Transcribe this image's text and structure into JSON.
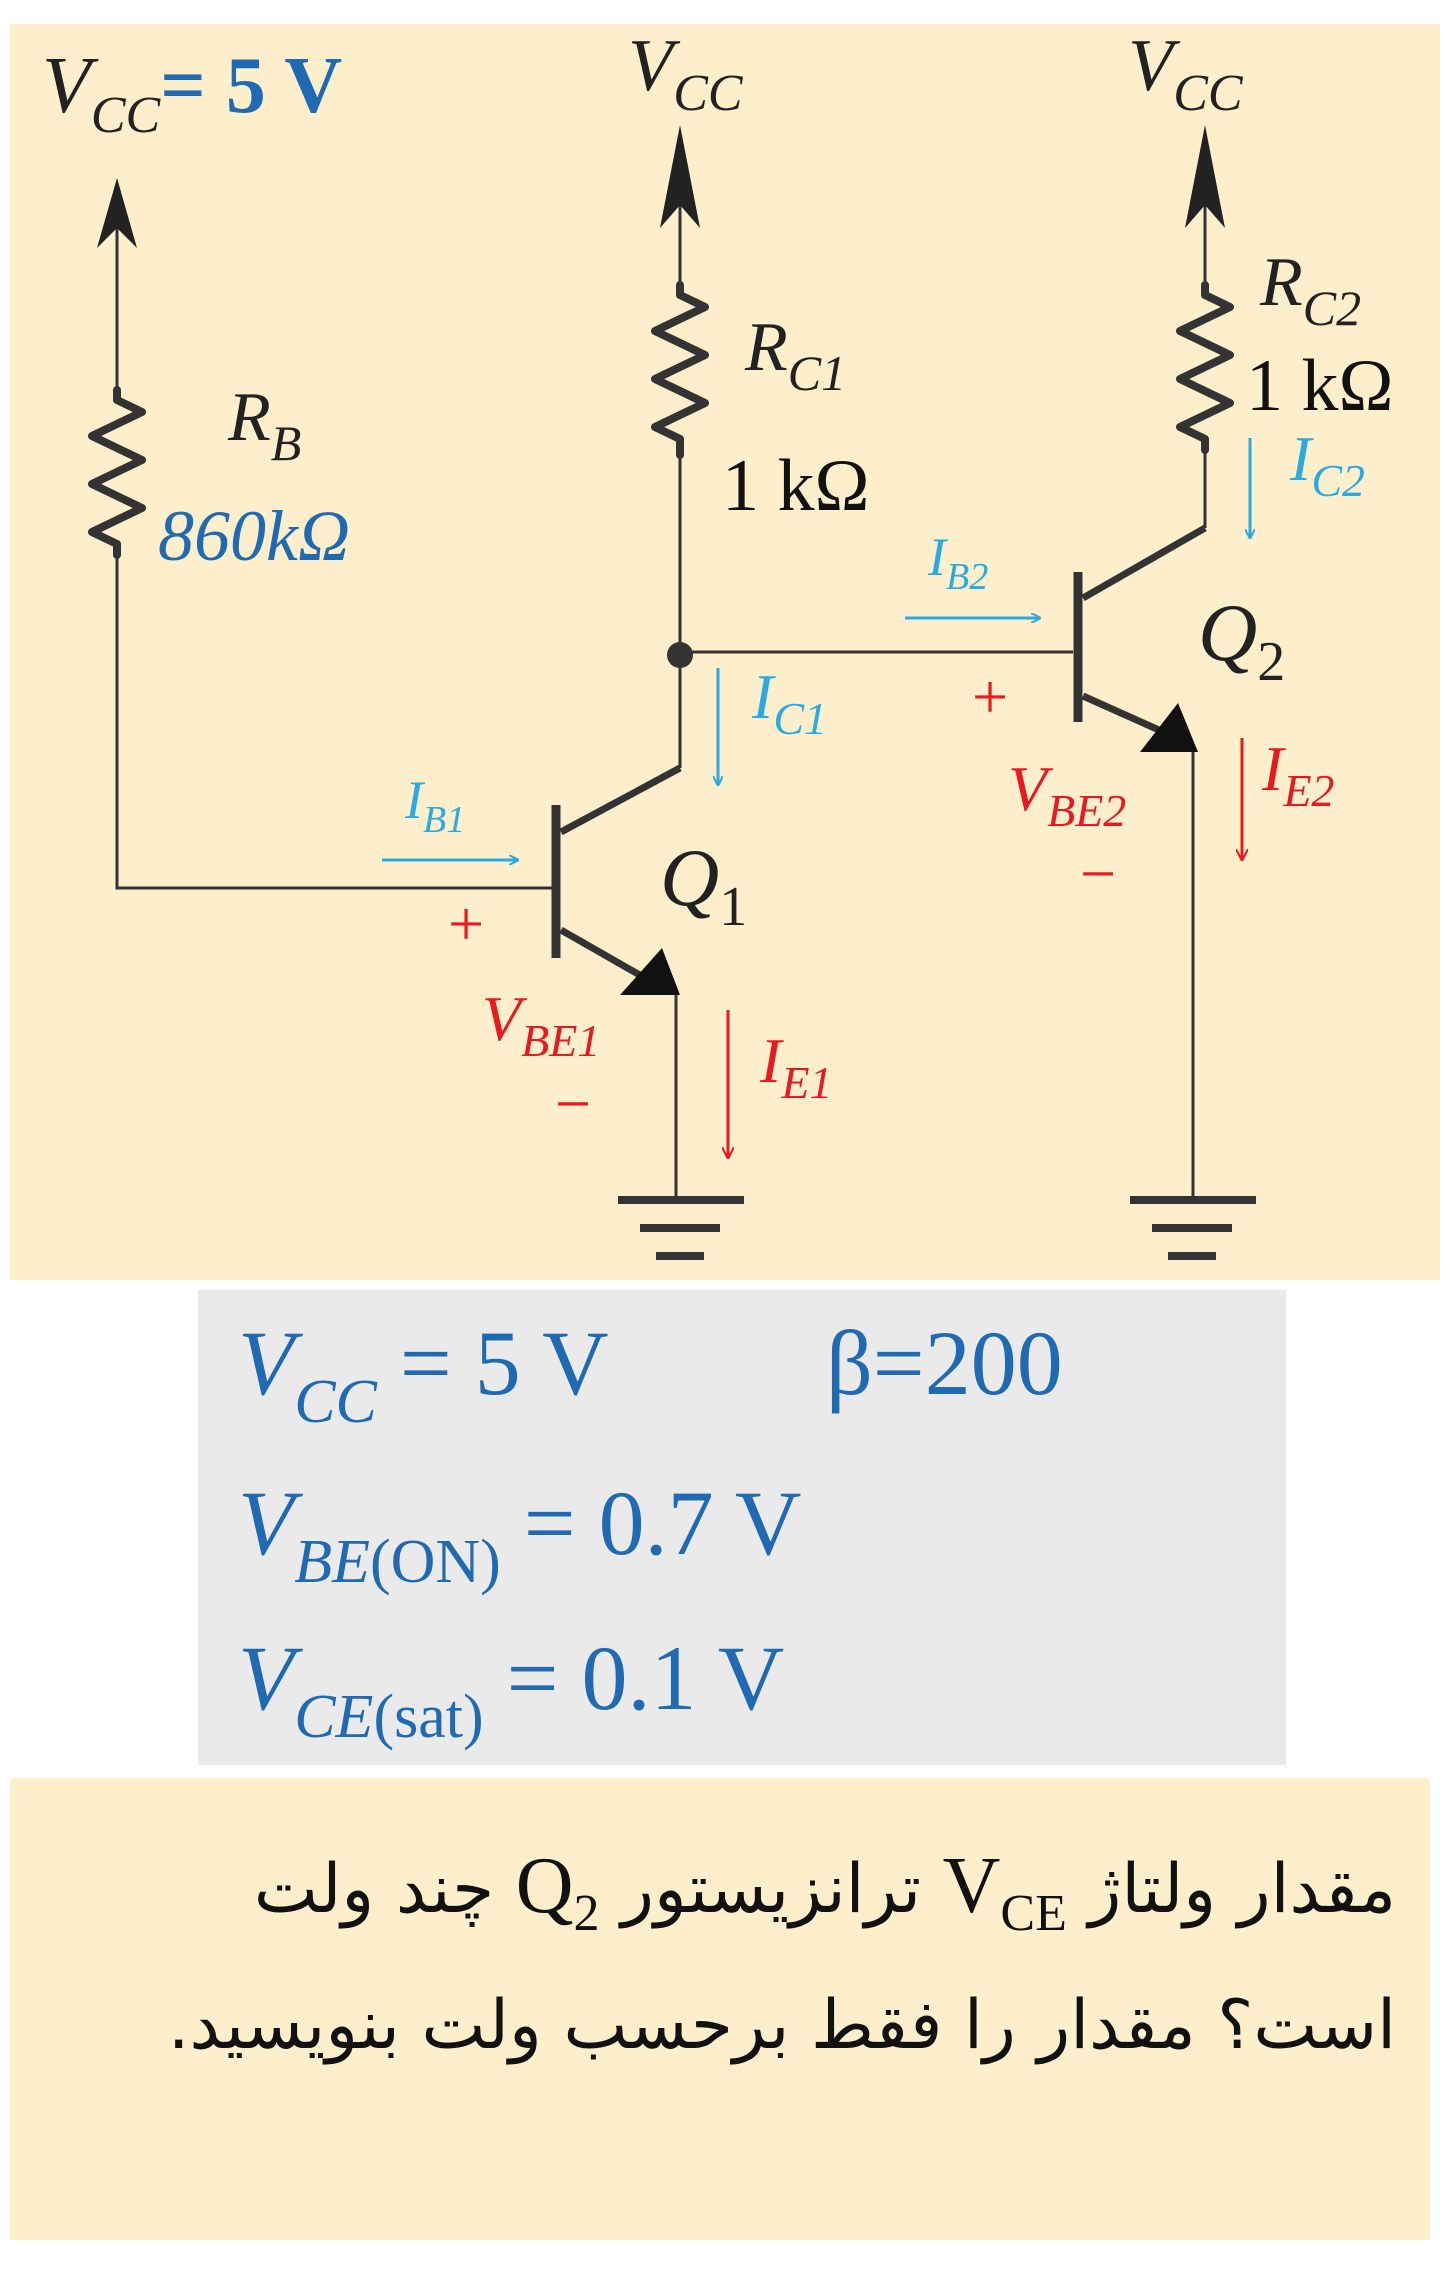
{
  "colors": {
    "circuit_bg": "#fdefcc",
    "wire": "#333333",
    "blue_label": "#1f6ab3",
    "cyan_current": "#29abe2",
    "red_label": "#e8191f",
    "param_bg": "#eaeaea"
  },
  "circuit": {
    "vcc_left": {
      "symbol": "V",
      "sub": "CC",
      "value": "= 5 V"
    },
    "vcc_mid": {
      "symbol": "V",
      "sub": "CC"
    },
    "vcc_right": {
      "symbol": "V",
      "sub": "CC"
    },
    "rb": {
      "symbol": "R",
      "sub": "B",
      "value": "860kΩ"
    },
    "rc1": {
      "symbol": "R",
      "sub": "C1",
      "value": "1 kΩ"
    },
    "rc2": {
      "symbol": "R",
      "sub": "C2",
      "value": "1 kΩ"
    },
    "q1": {
      "symbol": "Q",
      "sub": "1"
    },
    "q2": {
      "symbol": "Q",
      "sub": "2"
    },
    "ib1": {
      "symbol": "I",
      "sub": "B1"
    },
    "ib2": {
      "symbol": "I",
      "sub": "B2"
    },
    "ic1": {
      "symbol": "I",
      "sub": "C1"
    },
    "ic2": {
      "symbol": "I",
      "sub": "C2"
    },
    "ie1": {
      "symbol": "I",
      "sub": "E1"
    },
    "ie2": {
      "symbol": "I",
      "sub": "E2"
    },
    "vbe1": {
      "symbol": "V",
      "sub": "BE1",
      "plus": "+",
      "minus": "−"
    },
    "vbe2": {
      "symbol": "V",
      "sub": "BE2",
      "plus": "+",
      "minus": "−"
    }
  },
  "params": {
    "vcc": {
      "symbol": "V",
      "sub": "CC",
      "value": "= 5 V"
    },
    "beta": "β=200",
    "vbe_on": {
      "symbol": "V",
      "sub_main": "BE",
      "sub_paren": "(ON)",
      "value": "= 0.7 V"
    },
    "vce_sat": {
      "symbol": "V",
      "sub_main": "CE",
      "sub_paren": "(sat)",
      "value": "= 0.1 V"
    }
  },
  "question": {
    "part1": "مقدار ولتاژ",
    "vce_symbol": "V",
    "vce_sub": "CE",
    "part2": "ترانزیستور",
    "q_symbol": "Q",
    "q_sub": "2",
    "part3": "چند ولت است؟ مقدار را فقط برحسب ولت بنویسید."
  }
}
